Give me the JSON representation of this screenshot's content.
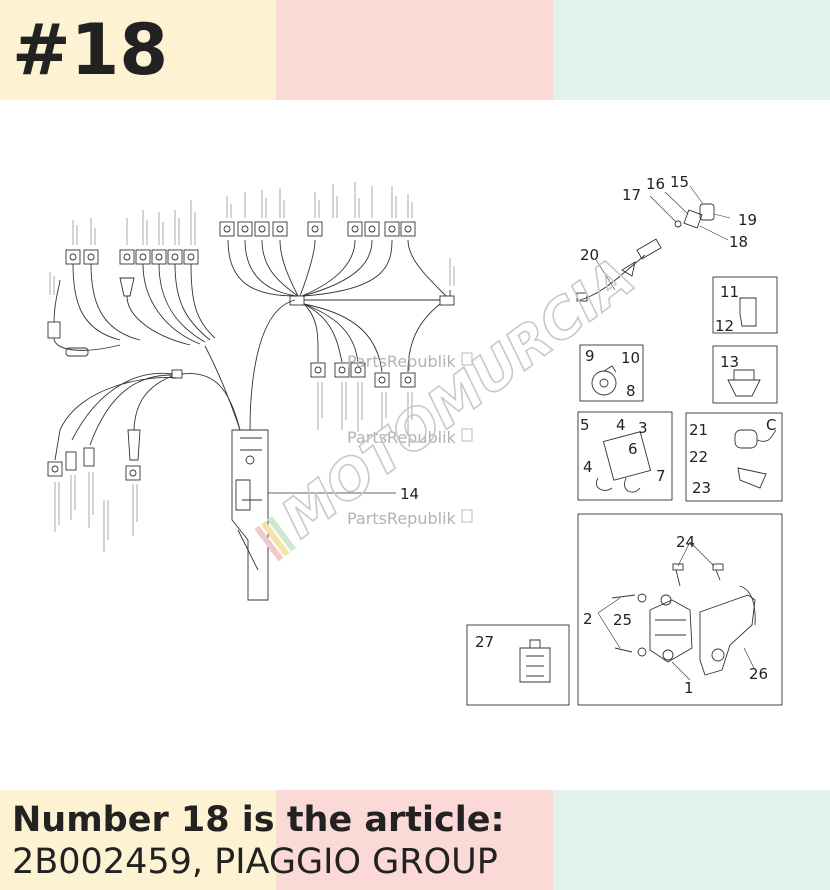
{
  "header": {
    "part_number_title": "#18"
  },
  "footer": {
    "article_heading": "Number 18 is the article:",
    "article_value": "2B002459, PIAGGIO GROUP"
  },
  "watermarks": {
    "parts_republik": "PartsRepublik",
    "motomurcia": "MOTOMURCIA"
  },
  "callouts": [
    "1",
    "2",
    "3",
    "4",
    "5",
    "6",
    "7",
    "8",
    "9",
    "10",
    "11",
    "12",
    "13",
    "14",
    "15",
    "16",
    "17",
    "18",
    "19",
    "20",
    "21",
    "22",
    "23",
    "24",
    "25",
    "26",
    "27"
  ],
  "extra_labels": {
    "c_marker": "C"
  },
  "colors": {
    "band_yellow": "#fdf3d3",
    "band_pink": "#fbd9d6",
    "band_mint": "#e3f3ec",
    "line": "#333333",
    "text": "#222222"
  }
}
